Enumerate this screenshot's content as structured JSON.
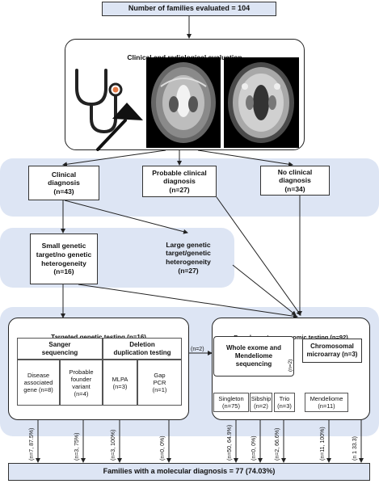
{
  "top_box": "Number of families evaluated = 104",
  "evaluation": {
    "title": "Clinical and radiological evaluation"
  },
  "diagnosis_row": {
    "clinical": "Clinical\ndiagnosis\n(n=43)",
    "probable": "Probable clinical\ndiagnosis\n(n=27)",
    "none": "No clinical\ndiagnosis\n(n=34)"
  },
  "target_row": {
    "small": "Small genetic\ntarget/no genetic\nheterogeneity\n(n=16)",
    "large": "Large genetic\ntarget/genetic\nheterogeneity\n(n=27)"
  },
  "targeted": {
    "title": "Targeted genetic testing (n=16)",
    "sanger": "Sanger\nsequencing",
    "deletion": "Deletion\nduplication testing",
    "disease_gene": "Disease\nassociated\ngene (n=8)",
    "founder": "Probable\nfounder\nvariant\n(n=4)",
    "mlpa": "MLPA\n(n=3)",
    "gap_pcr": "Gap\nPCR\n(n=1)"
  },
  "broad": {
    "title": "Broad spectrum genomic testing (n=92)",
    "wes": "Whole exome and\nMendeliome\nsequencing",
    "cma": "Chromosomal\nmicroarray (n=3)",
    "singleton": "Singleton\n(n=75)",
    "sibship": "Sibship\n(n=2)",
    "trio": "Trio\n(n=3)",
    "mendeliome": "Mendeliome\n(n=11)"
  },
  "edge_labels": {
    "link_n2": "(n=2)",
    "inner_n2": "(n=2)",
    "to_result": [
      "(n=7, 87.5%)",
      "(n=3, 75%)",
      "(n=3, 100%)",
      "(n=0, 0%)",
      "(n=50, 64.9%)",
      "(n=0, 0%)",
      "(n=2, 66.6%)",
      "(n=11, 100%)",
      "(n 1 33.3)"
    ]
  },
  "result": "Families with a molecular diagnosis = 77 (74.03%)",
  "icons": [
    "stethoscope-icon",
    "reflex-hammer-icon",
    "mri-scan-t2",
    "mri-scan-flair"
  ],
  "colors": {
    "band": "#dde5f4",
    "border": "#333333",
    "stethoscope_accent": "#e57a45"
  }
}
